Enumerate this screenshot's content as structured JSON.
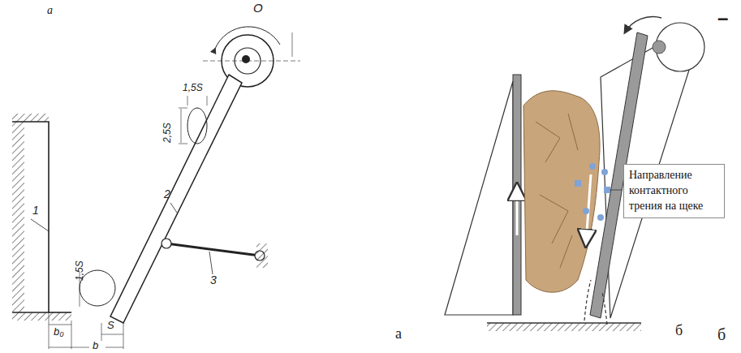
{
  "diagram": {
    "nodes": [
      {
        "text": [
          "Направление контактного трения на щеке"
        ]
      }
    ],
    "labels": [
      "а",
      "O",
      "1,5S",
      "2,5S",
      "1",
      "2",
      "3",
      "1,5S",
      "b₀",
      "S",
      "b",
      "а",
      "б",
      "б",
      "–"
    ]
  }
}
